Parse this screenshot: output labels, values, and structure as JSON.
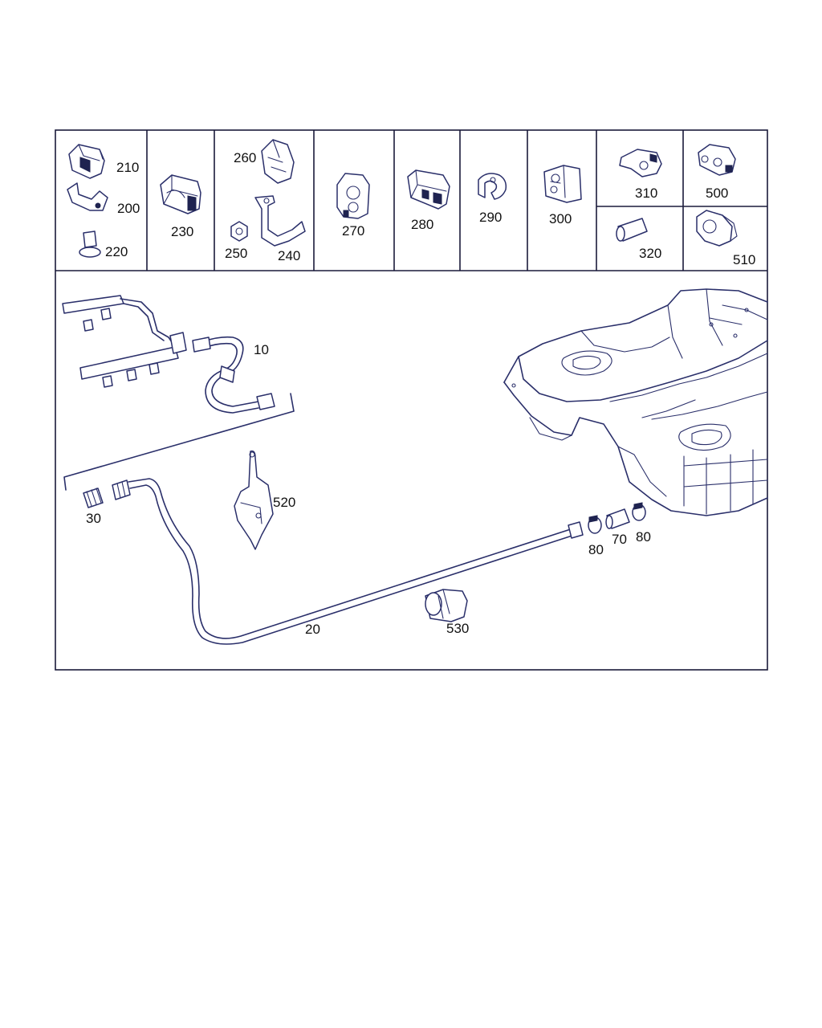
{
  "callouts": {
    "c210": "210",
    "c200": "200",
    "c220": "220",
    "c230": "230",
    "c260": "260",
    "c250": "250",
    "c240": "240",
    "c270": "270",
    "c280": "280",
    "c290": "290",
    "c300": "300",
    "c310": "310",
    "c500": "500",
    "c320": "320",
    "c510": "510",
    "c10": "10",
    "c520": "520",
    "c30": "30",
    "c20": "20",
    "c530": "530",
    "c80a": "80",
    "c70": "70",
    "c80b": "80"
  }
}
